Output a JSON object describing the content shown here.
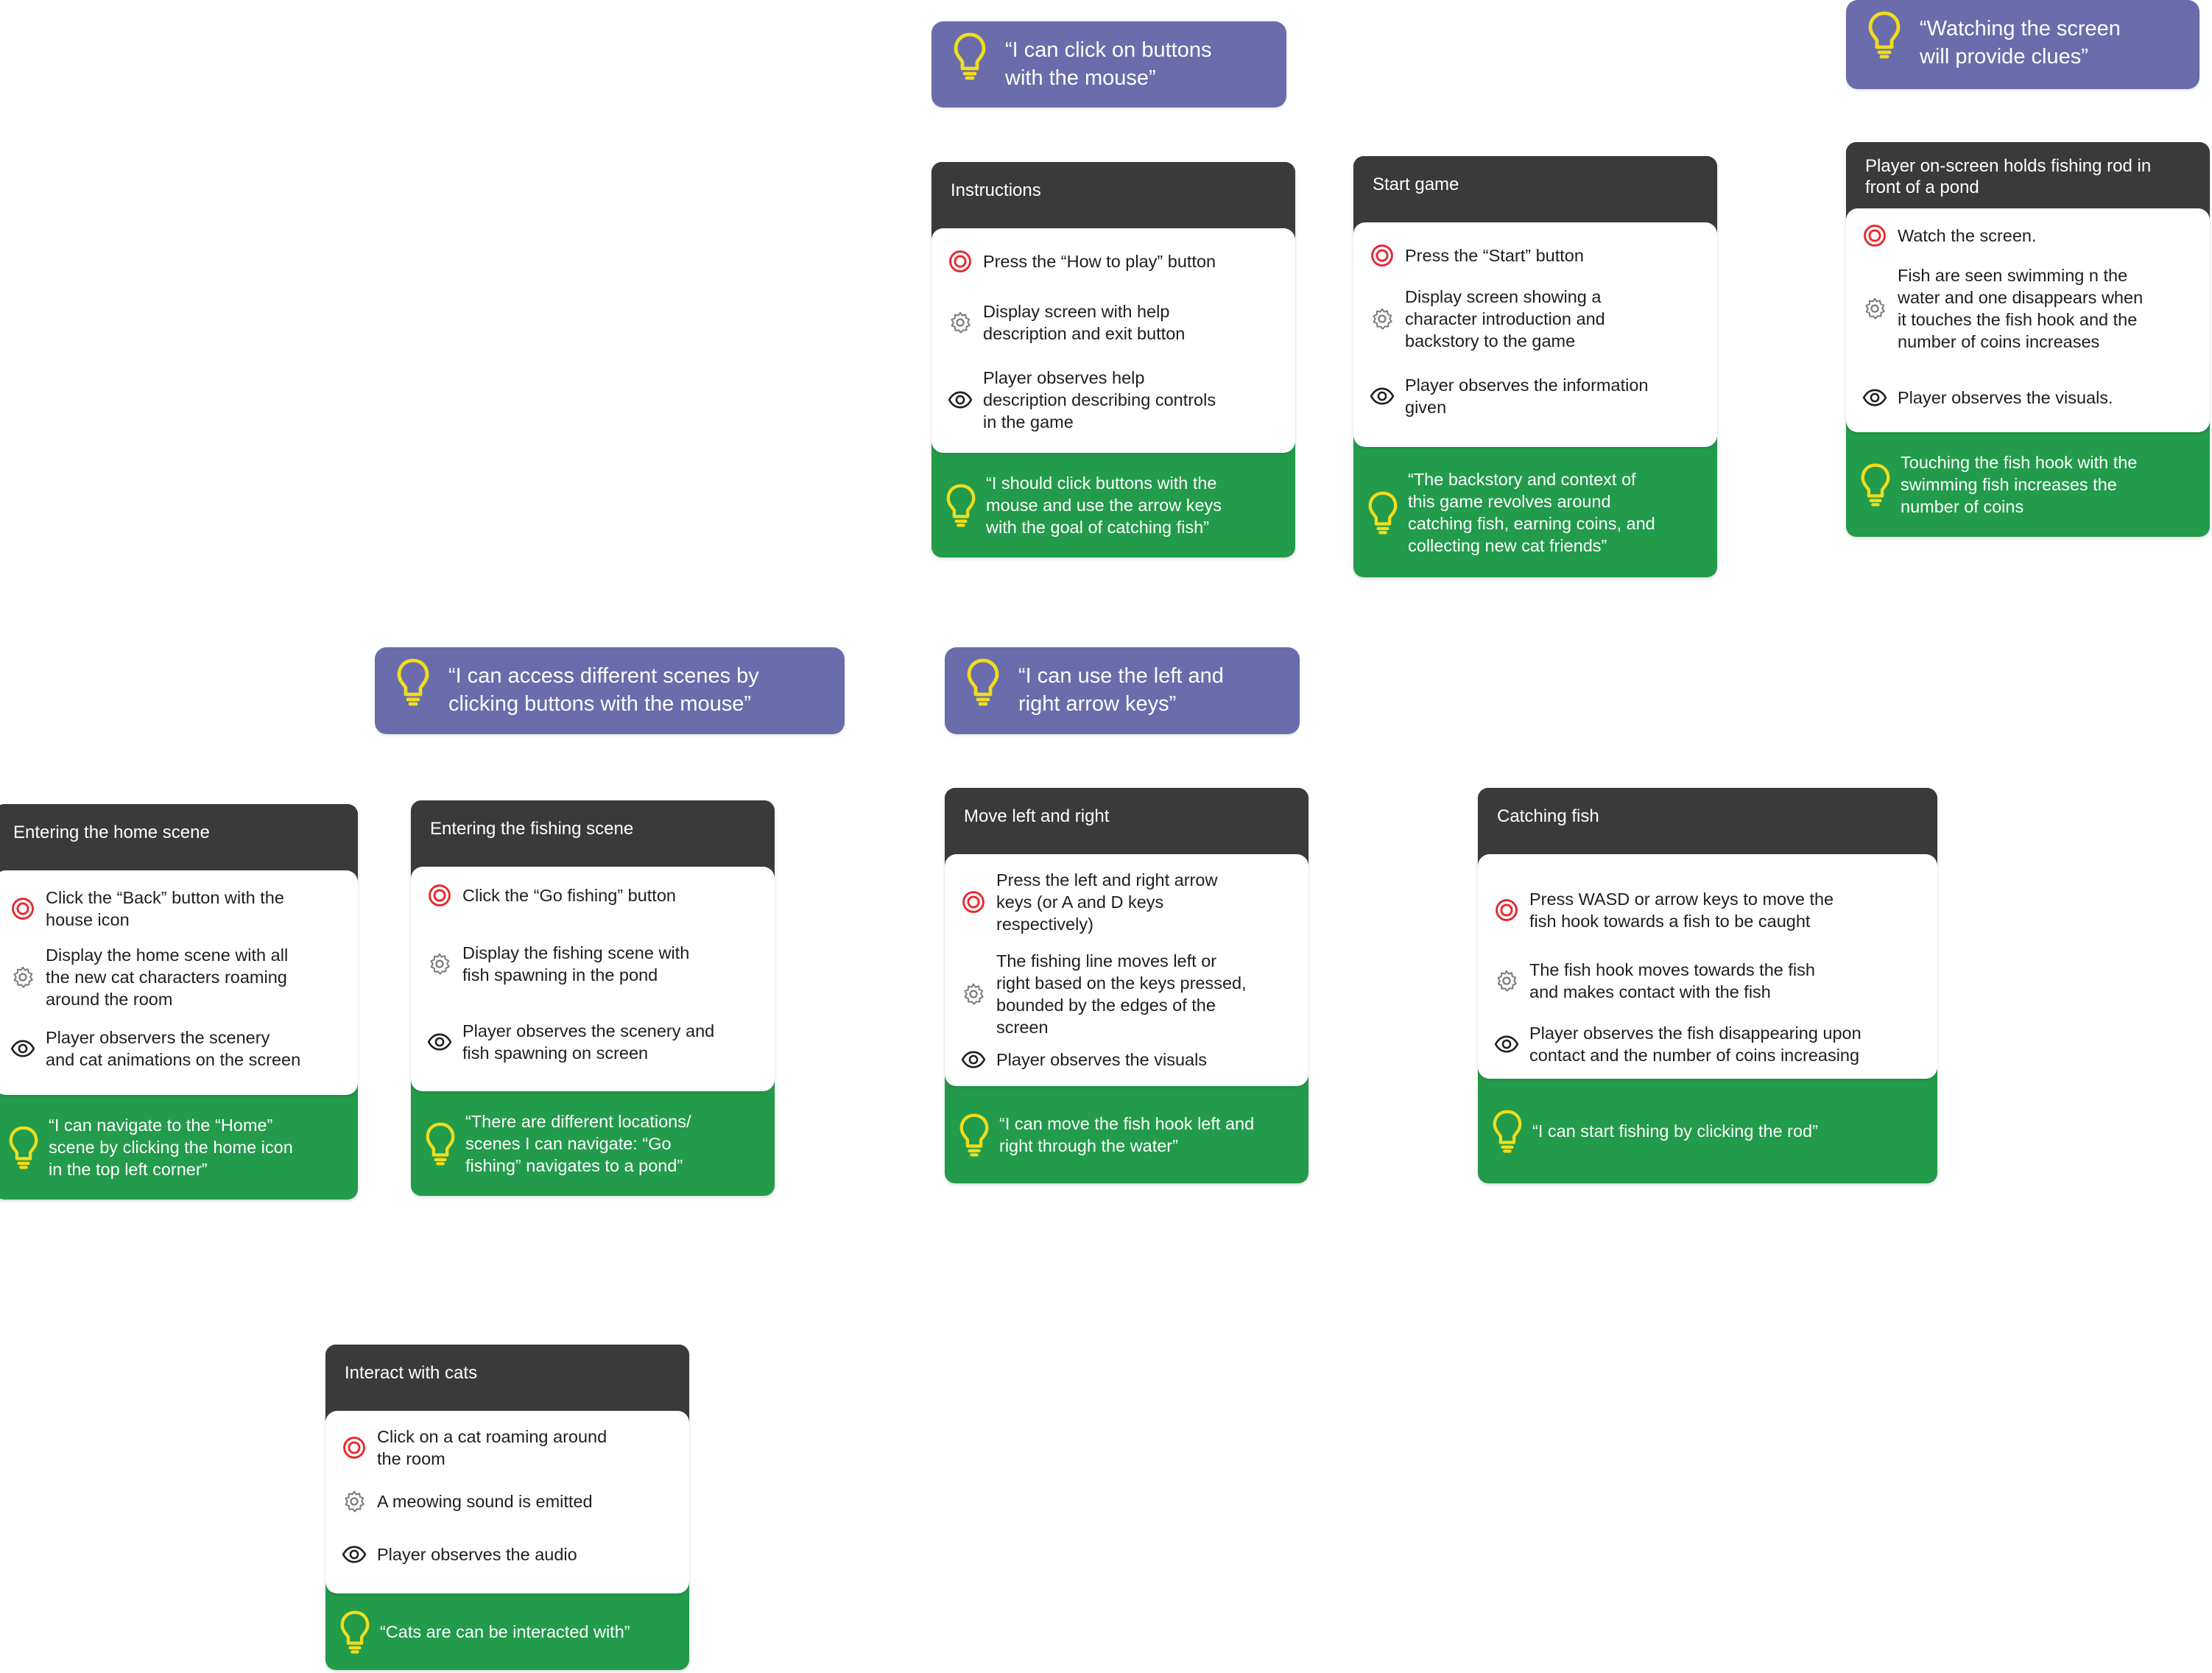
{
  "colors": {
    "insight_bg": "#6a6cab",
    "card_header_bg": "#3a3a3a",
    "card_footer_bg": "#229b4a",
    "bulb_yellow": "#f0dd1e",
    "target_red": "#e8242c",
    "icon_gray": "#7a7a7a"
  },
  "icons": {
    "insight": "lightbulb-icon",
    "action": "target-icon",
    "system": "gear-icon",
    "observe": "eye-icon"
  },
  "insights": [
    {
      "id": "click-buttons",
      "text": "“I can click on buttons\nwith the mouse”"
    },
    {
      "id": "watching-screen",
      "text": "“Watching the screen\nwill provide clues”"
    },
    {
      "id": "access-scenes",
      "text": "“I can access different scenes by\nclicking buttons with the mouse”"
    },
    {
      "id": "arrow-keys",
      "text": "“I can use the left and\nright arrow keys”"
    }
  ],
  "cards": [
    {
      "id": "instructions",
      "title": "Instructions",
      "action": "Press the “How to play” button",
      "system": "Display screen with help\ndescription and exit button",
      "observe": "Player observes help\ndescription describing controls\nin the game",
      "insight": "“I should click buttons with the\nmouse and use the arrow keys\nwith the goal of catching fish”"
    },
    {
      "id": "start-game",
      "title": "Start game",
      "action": "Press the “Start” button",
      "system": "Display screen showing a\ncharacter introduction and\nbackstory to the game",
      "observe": "Player observes the information\ngiven",
      "insight": "“The backstory and context of\nthis game revolves around\ncatching fish, earning coins, and\ncollecting new cat friends”"
    },
    {
      "id": "player-on-screen",
      "title": "Player on-screen holds fishing rod in\nfront of a pond",
      "action": "Watch the screen.",
      "system": "Fish are seen swimming n the\nwater and one disappears when\nit touches the fish hook and the\nnumber of coins increases",
      "observe": "Player observes the visuals.",
      "insight": "Touching the fish hook with the\nswimming fish increases the\nnumber of coins"
    },
    {
      "id": "home-scene",
      "title": "Entering the home scene",
      "action": "Click the “Back” button with the\nhouse icon",
      "system": "Display the home scene with all\nthe new cat characters roaming\naround the room",
      "observe": "Player observers the scenery\nand cat animations on the screen",
      "insight": "“I can navigate to the “Home”\nscene by clicking the home icon\nin the top left corner”"
    },
    {
      "id": "fishing-scene",
      "title": "Entering the fishing scene",
      "action": "Click the “Go fishing” button",
      "system": "Display the fishing scene with\nfish spawning in the pond",
      "observe": "Player observes the scenery and\nfish spawning on screen",
      "insight": "“There are different locations/\nscenes I can navigate: “Go\nfishing” navigates to a pond”"
    },
    {
      "id": "move-left-right",
      "title": "Move left and right",
      "action": "Press the left and right arrow\nkeys (or A and D keys\nrespectively)",
      "system": "The fishing line moves left or\nright based on the keys pressed,\nbounded by the edges of the\nscreen",
      "observe": "Player observes the visuals",
      "insight": "“I can move the fish hook left and\nright through the water”"
    },
    {
      "id": "catching-fish",
      "title": "Catching fish",
      "action": "Press WASD or arrow keys to move the\nfish hook towards a fish to be caught",
      "system": "The fish hook moves towards the fish\nand makes contact with the fish",
      "observe": "Player observes the fish disappearing upon\ncontact and the number of coins increasing",
      "insight": "“I can start fishing by clicking the rod”"
    },
    {
      "id": "interact-cats",
      "title": "Interact with cats",
      "action": "Click on a cat roaming around\nthe room",
      "system": "A meowing sound is emitted",
      "observe": "Player observes the audio",
      "insight": "“Cats are can be interacted with”"
    }
  ]
}
